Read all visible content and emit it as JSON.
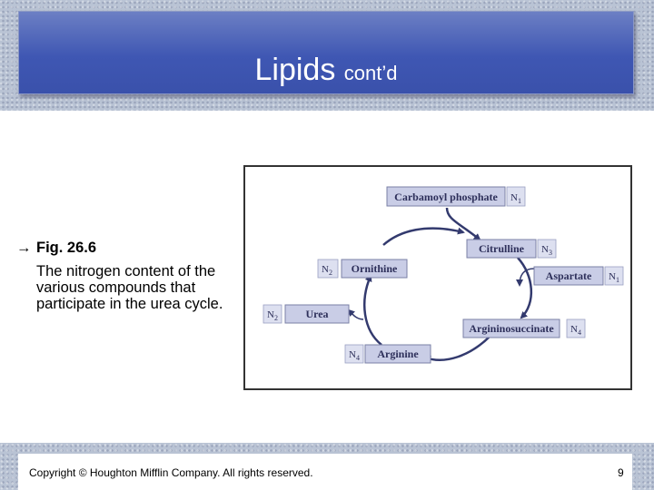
{
  "slide": {
    "title_main": "Lipids",
    "title_sub": "cont’d",
    "bullet_arrow": "→",
    "figure_ref": "Fig. 26.6",
    "figure_desc": "The nitrogen content of the various compounds that participate in the urea cycle.",
    "copyright": "Copyright © Houghton Mifflin Company. All rights reserved.",
    "page_number": "9"
  },
  "diagram": {
    "compounds": [
      {
        "name": "Carbamoyl phosphate",
        "n": "N",
        "sub": "1"
      },
      {
        "name": "Citrulline",
        "n": "N",
        "sub": "3"
      },
      {
        "name": "Aspartate",
        "n": "N",
        "sub": "1"
      },
      {
        "name": "Argininosuccinate",
        "n": "N",
        "sub": "4"
      },
      {
        "name": "Arginine",
        "n": "N",
        "sub": "4"
      },
      {
        "name": "Ornithine",
        "n": "N",
        "sub": "2"
      },
      {
        "name": "Urea",
        "n": "N",
        "sub": "2"
      }
    ]
  }
}
